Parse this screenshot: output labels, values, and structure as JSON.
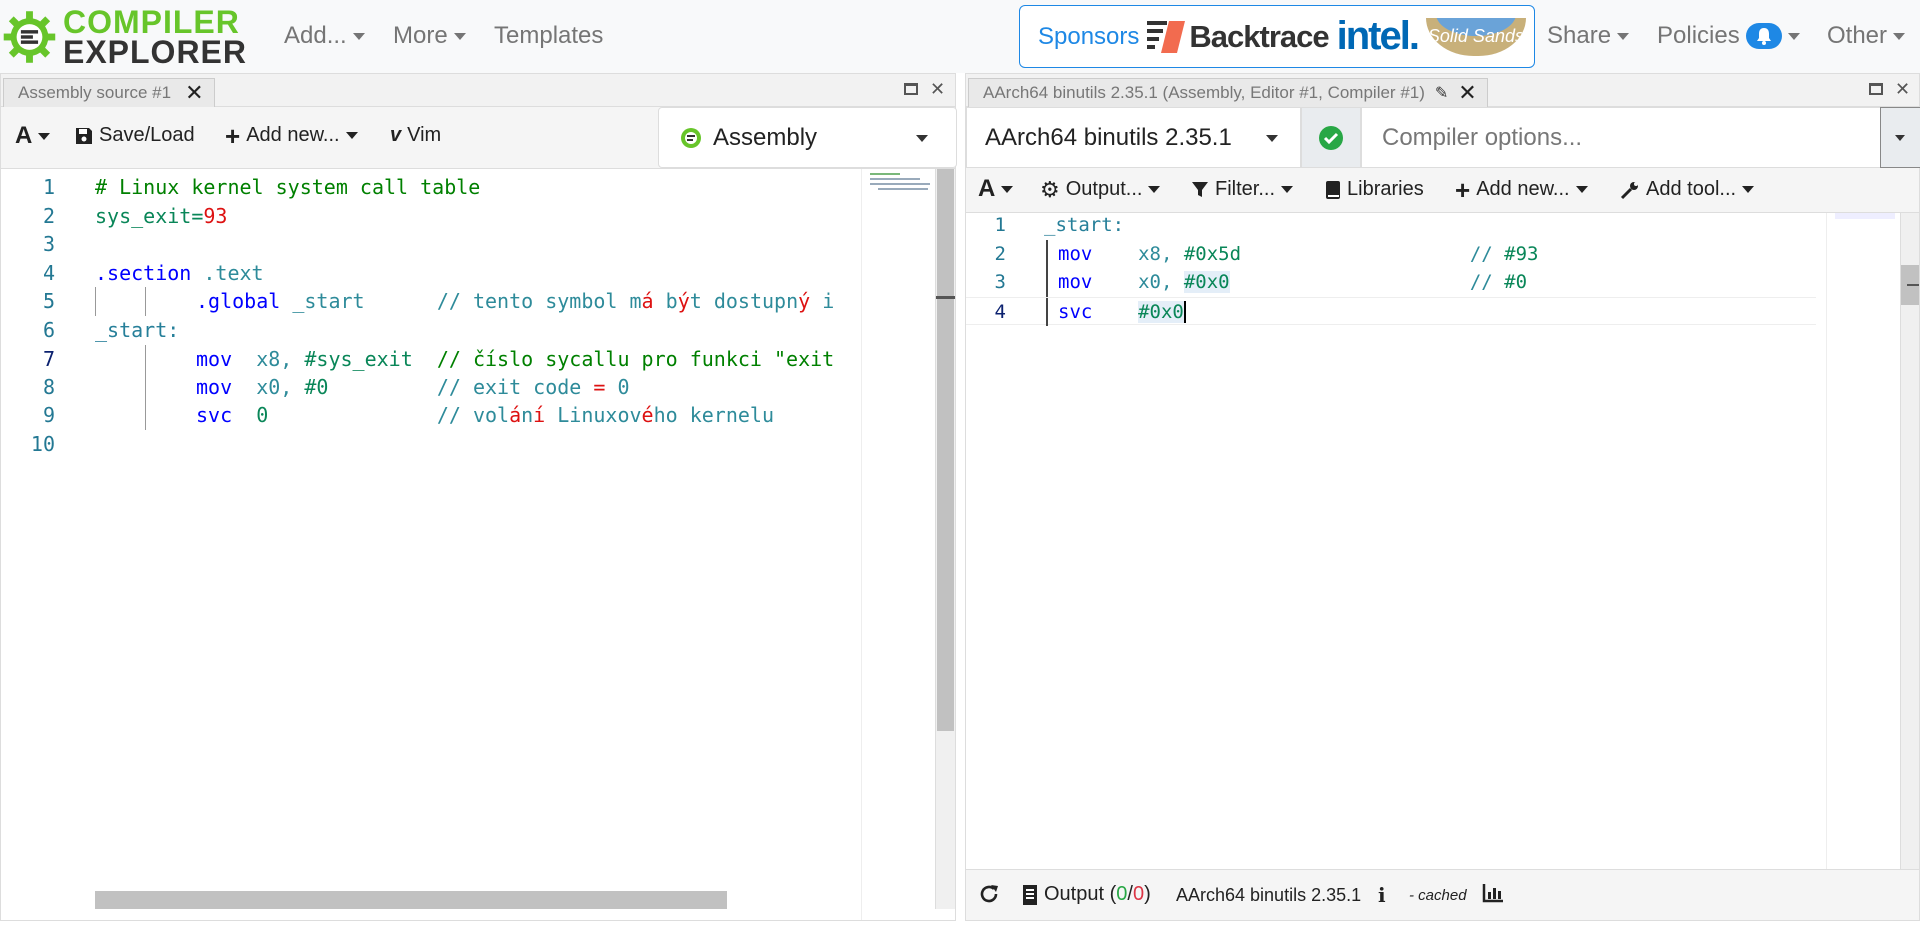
{
  "nav": {
    "logo_line1": "COMPILER",
    "logo_line2": "EXPLORER",
    "add": "Add...",
    "more": "More",
    "templates": "Templates",
    "sponsors_label": "Sponsors",
    "sponsor_backtrace": "Backtrace",
    "sponsor_intel": "intel.",
    "sponsor_solid": "Solid Sands",
    "share": "Share",
    "policies": "Policies",
    "other": "Other"
  },
  "left": {
    "tab_title": "Assembly source #1",
    "toolbar": {
      "font": "A",
      "save_load": "Save/Load",
      "add_new": "Add new...",
      "vim": "Vim"
    },
    "language": "Assembly",
    "lines": [
      {
        "n": "1"
      },
      {
        "n": "2"
      },
      {
        "n": "3"
      },
      {
        "n": "4"
      },
      {
        "n": "5"
      },
      {
        "n": "6"
      },
      {
        "n": "7"
      },
      {
        "n": "8"
      },
      {
        "n": "9"
      },
      {
        "n": "10"
      }
    ],
    "code": {
      "l1": "# Linux kernel system call table",
      "l2_a": "sys_exit=",
      "l2_b": "93",
      "l4_a": ".section",
      "l4_b": " .text",
      "l5_a": ".global",
      "l5_b": " _start      ",
      "l5_c": "// tento symbol m",
      "l5_d": "á",
      "l5_e": " b",
      "l5_f": "ý",
      "l5_g": "t dostupn",
      "l5_h": "ý",
      "l5_i": " i",
      "l6": "_start:",
      "l7_a": "mov",
      "l7_b": "  x8, ",
      "l7_c": "#sys_exit",
      "l7_d": "  // číslo sycallu pro funkci \"exit",
      "l8_a": "mov",
      "l8_b": "  x0, ",
      "l8_c": "#0",
      "l8_d": "         // exit code ",
      "l8_e": "=",
      "l8_f": " 0",
      "l9_a": "svc",
      "l9_b": "  0",
      "l9_c": "              // vol",
      "l9_d": "á",
      "l9_e": "n",
      "l9_f": "í",
      "l9_g": " Linuxov",
      "l9_h": "é",
      "l9_i": "ho kernelu"
    }
  },
  "right": {
    "tab_title": "AArch64 binutils 2.35.1 (Assembly, Editor #1, Compiler #1)",
    "compiler": "AArch64 binutils 2.35.1",
    "options_placeholder": "Compiler options...",
    "toolbar": {
      "font": "A",
      "output": "Output...",
      "filter": "Filter...",
      "libraries": "Libraries",
      "add_new": "Add new...",
      "add_tool": "Add tool..."
    },
    "lines": [
      {
        "n": "1"
      },
      {
        "n": "2"
      },
      {
        "n": "3"
      },
      {
        "n": "4"
      }
    ],
    "code": {
      "l1": "_start:",
      "l2_a": "mov",
      "l2_b": "    x8, ",
      "l2_c": "#0x5d",
      "l2_d": "                    // ",
      "l2_e": "#93",
      "l3_a": "mov",
      "l3_b": "    x0, ",
      "l3_c": "#0x0",
      "l3_d": "                     // ",
      "l3_e": "#0",
      "l4_a": "svc",
      "l4_b": "    ",
      "l4_c": "#0x0"
    },
    "status": {
      "output_label": "Output (",
      "out_ok": "0",
      "out_sep": "/",
      "out_err": "0",
      "out_close": ")",
      "compiler": "AArch64 binutils 2.35.1",
      "cached": "- cached"
    }
  },
  "colors": {
    "accent": "#1e88e5",
    "logo_green": "#67c52a",
    "ok_green": "#28a745"
  }
}
